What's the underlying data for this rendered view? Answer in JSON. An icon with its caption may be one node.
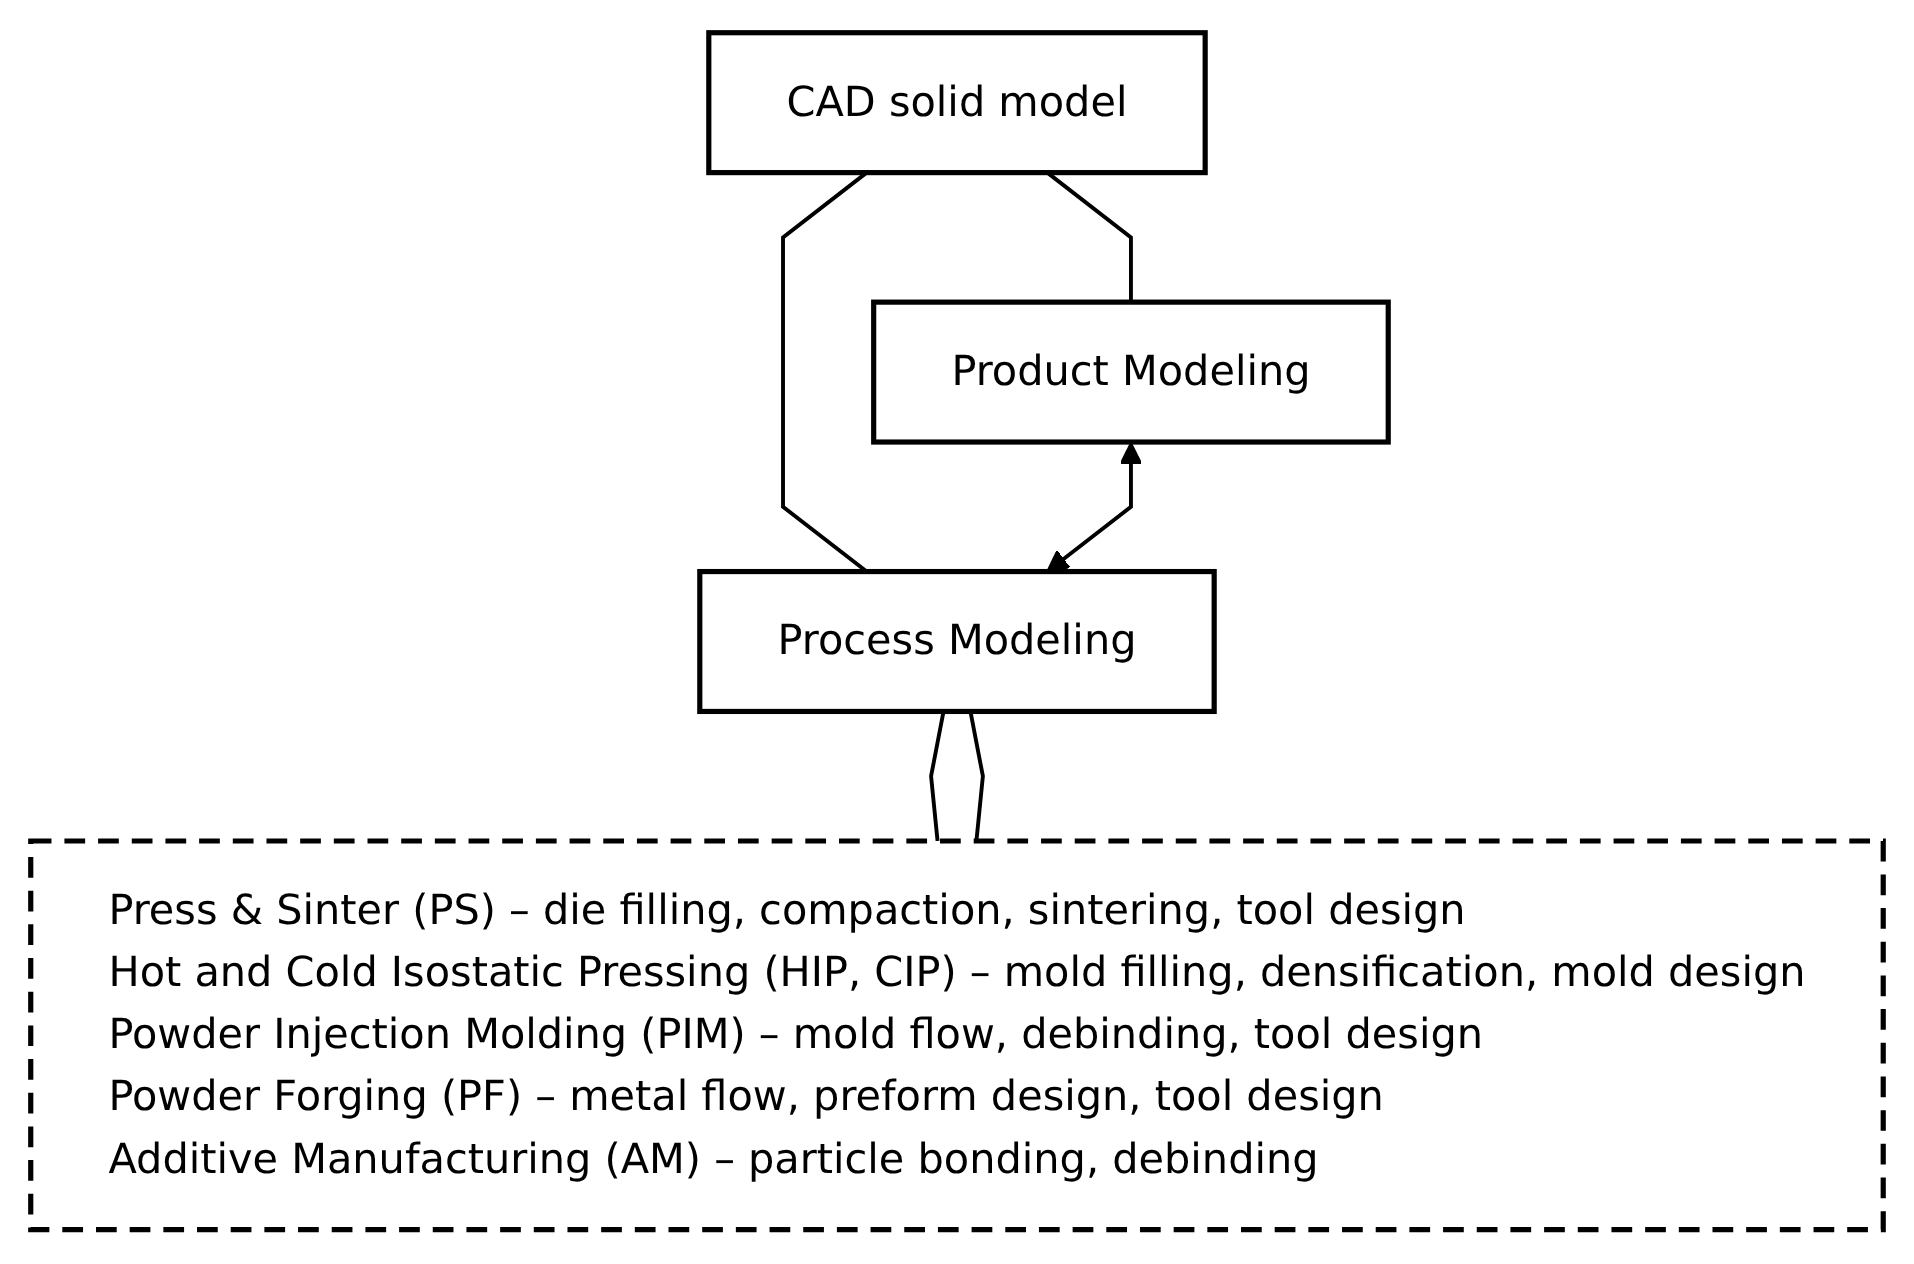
{
  "diagram": {
    "nodes": [
      {
        "text": [
          "CAD solid model"
        ]
      },
      {
        "text": [
          "Product Modeling"
        ]
      },
      {
        "text": [
          "Process Modeling"
        ]
      },
      {
        "text": [
          "Press & Sinter (PS) – die filling, compaction, sintering, tool design",
          "Hot and Cold Isostatic Pressing (HIP, CIP) – mold filling, densification, mold design",
          "Powder Injection Molding (PIM) – mold flow, debinding, tool design",
          "Powder Forging (PF) – metal flow, preform design, tool design",
          "Additive Manufacturing (AM) – particle bonding, debinding"
        ]
      }
    ],
    "edges": [
      {
        "from": 0,
        "to": 1,
        "arrow": "none"
      },
      {
        "from": 0,
        "to": 2,
        "arrow": "none"
      },
      {
        "from": 1,
        "to": 2,
        "arrow": "both"
      },
      {
        "from": 2,
        "to": 3,
        "arrow": "none"
      },
      {
        "from": 2,
        "to": 3,
        "arrow": "none"
      }
    ]
  }
}
